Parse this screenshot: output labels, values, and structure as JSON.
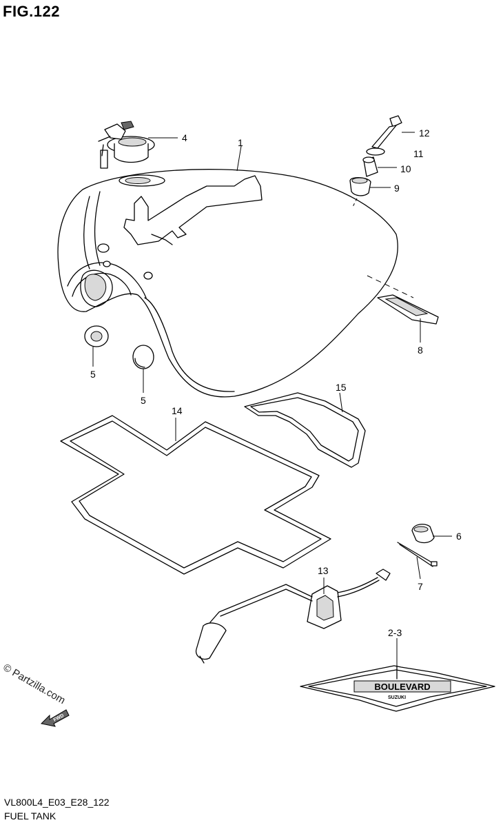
{
  "figure": {
    "title": "FIG.122"
  },
  "footer": {
    "code": "VL800L4_E03_E28_122",
    "caption": "FUEL TANK"
  },
  "watermark": "© Partzilla.com",
  "fwd_label": "FWD",
  "emblem": {
    "text": "BOULEVARD",
    "subtext": "SUZUKI"
  },
  "callouts": {
    "c1": "1",
    "c23": "2-3",
    "c4": "4",
    "c5a": "5",
    "c5b": "5",
    "c6": "6",
    "c7": "7",
    "c8": "8",
    "c9": "9",
    "c10": "10",
    "c11": "11",
    "c12": "12",
    "c13": "13",
    "c14": "14",
    "c15": "15"
  }
}
